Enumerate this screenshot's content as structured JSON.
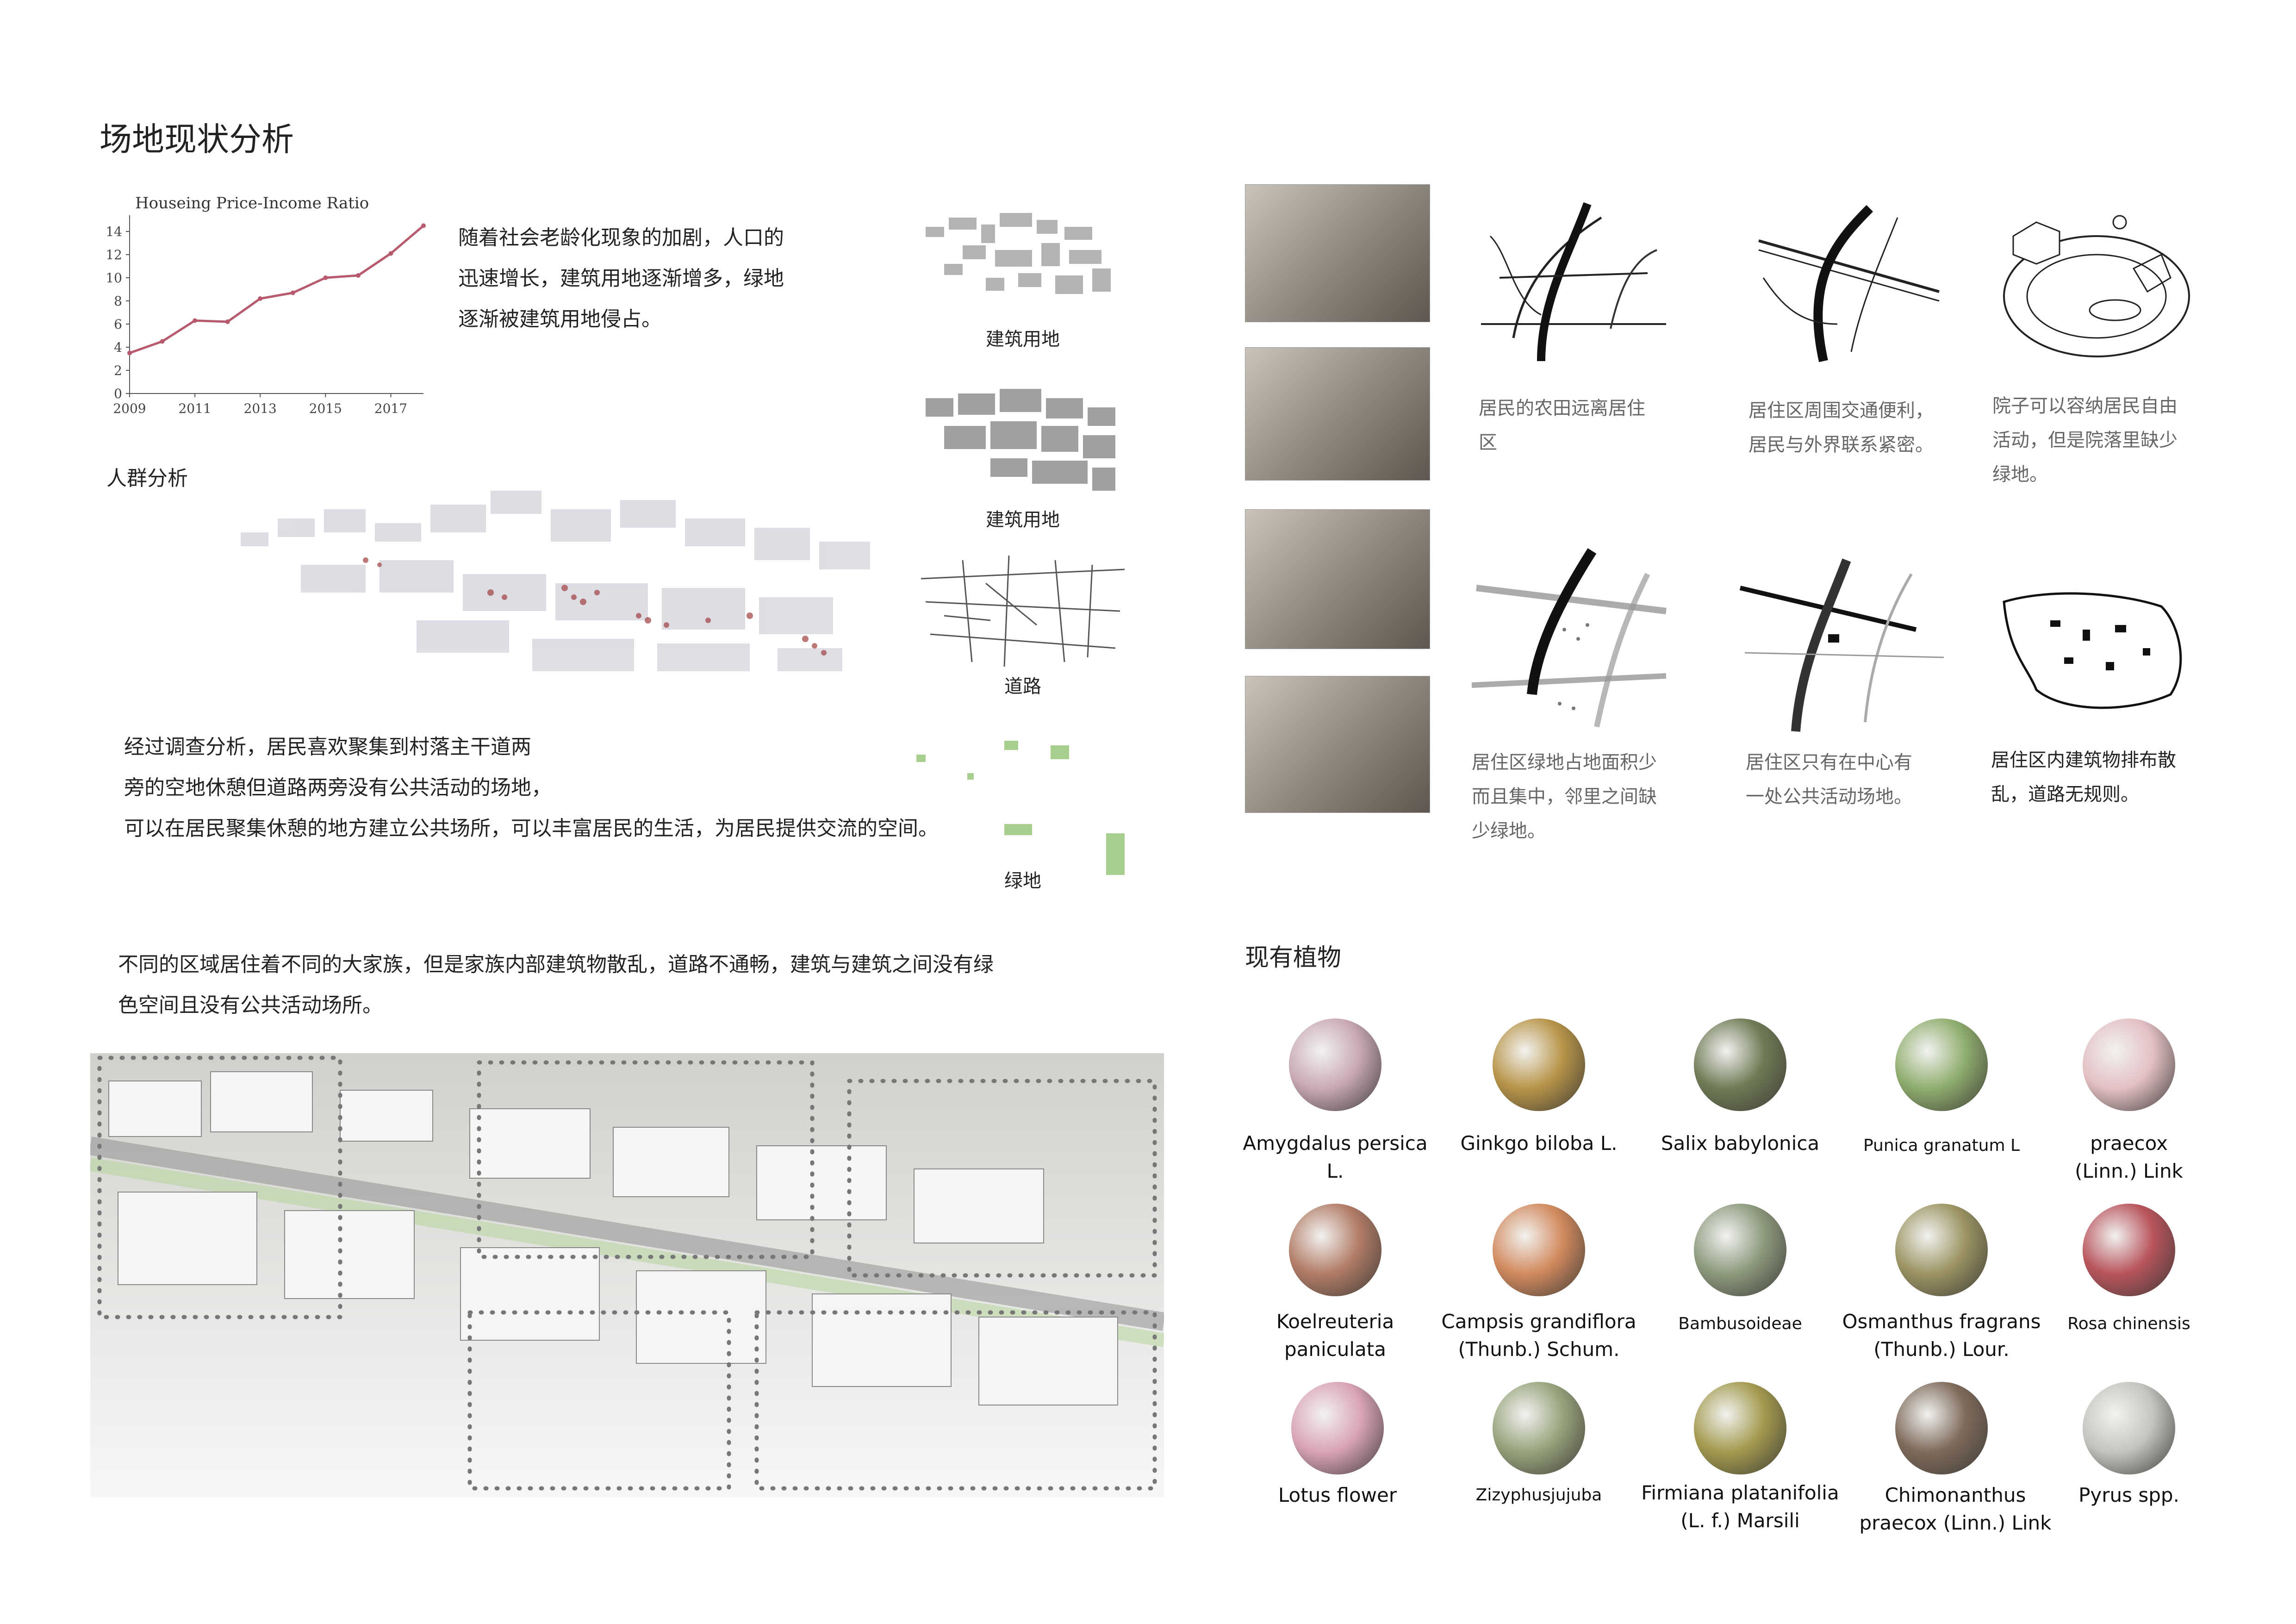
{
  "page_title": "场地现状分析",
  "chart": {
    "title": "Houseing Price-Income Ratio"
  },
  "chart_data": {
    "type": "line",
    "title": "Houseing Price-Income Ratio",
    "x": [
      2009,
      2010,
      2011,
      2012,
      2013,
      2014,
      2015,
      2016,
      2017,
      2018
    ],
    "series": [
      {
        "values": [
          3.5,
          4.5,
          6.3,
          6.2,
          8.2,
          8.7,
          10.0,
          10.2,
          12.1,
          14.5
        ]
      }
    ],
    "x_tick_labels": [
      "2009",
      "2011",
      "2013",
      "2015",
      "2017"
    ],
    "y_ticks": [
      "0",
      "2",
      "4",
      "6",
      "8",
      "10",
      "12",
      "14"
    ],
    "ylim": [
      0,
      15
    ],
    "xlim": [
      2009,
      2018
    ],
    "line_color": "#b85a6e"
  },
  "intro_text": [
    "随着社会老龄化现象的加剧，人口的",
    "迅速增长，建筑用地逐渐增多，绿地",
    "逐渐被建筑用地侵占。"
  ],
  "crowd": {
    "heading": "人群分析",
    "text": [
      "经过调查分析，居民喜欢聚集到村落主干道两",
      "旁的空地休憩但道路两旁没有公共活动的场地，",
      "可以在居民聚集休憩的地方建立公共场所，可以丰富居民的生活，为居民提供交流的空间。"
    ]
  },
  "maps": [
    {
      "label": "建筑用地"
    },
    {
      "label": "建筑用地"
    },
    {
      "label": "道路"
    },
    {
      "label": "绿地"
    }
  ],
  "families_text": [
    "不同的区域居住着不同的大家族，但是家族内部建筑物散乱，道路不通畅，建筑与建筑之间没有绿",
    "色空间且没有公共活动场所。"
  ],
  "diagrams": [
    {
      "caption": [
        "居民的农田远离居住",
        "区"
      ]
    },
    {
      "caption": [
        "居住区周围交通便利，",
        "居民与外界联系紧密。"
      ]
    },
    {
      "caption": [
        "院子可以容纳居民自由",
        "活动，但是院落里缺少",
        "绿地。"
      ]
    },
    {
      "caption": [
        "居住区绿地占地面积少",
        "而且集中，邻里之间缺",
        "少绿地。"
      ]
    },
    {
      "caption": [
        "居住区只有在中心有",
        "一处公共活动场地。"
      ]
    },
    {
      "caption": [
        "居住区内建筑物排布散",
        "乱，道路无规则。"
      ]
    }
  ],
  "plants": {
    "heading": "现有植物",
    "items": [
      {
        "name": [
          "Amygdalus persica L."
        ],
        "color": "#c9a9b4"
      },
      {
        "name": [
          "Ginkgo biloba L."
        ],
        "color": "#b89448"
      },
      {
        "name": [
          "Salix babylonica"
        ],
        "color": "#6f7a55"
      },
      {
        "name": [
          "Punica granatum L"
        ],
        "color": "#8fae6e"
      },
      {
        "name": [
          "praecox",
          "(Linn.) Link"
        ],
        "color": "#e3c0c4"
      },
      {
        "name": [
          "Koelreuteria",
          "paniculata"
        ],
        "color": "#b27c67"
      },
      {
        "name": [
          "Campsis grandiflora",
          "(Thunb.) Schum."
        ],
        "color": "#d28a5e"
      },
      {
        "name": [
          "Bambusoideae"
        ],
        "color": "#8d9a7d"
      },
      {
        "name": [
          "Osmanthus fragrans",
          "(Thunb.) Lour."
        ],
        "color": "#9c9463"
      },
      {
        "name": [
          "Rosa chinensis"
        ],
        "color": "#b8545c"
      },
      {
        "name": [
          "Lotus flower"
        ],
        "color": "#d9a3b6"
      },
      {
        "name": [
          "Zizyphusjujuba"
        ],
        "color": "#98a37c"
      },
      {
        "name": [
          "Firmiana platanifolia",
          "(L. f.) Marsili"
        ],
        "color": "#a39a4e"
      },
      {
        "name": [
          "Chimonanthus",
          "praecox (Linn.) Link"
        ],
        "color": "#7e6a5a"
      },
      {
        "name": [
          "Pyrus spp."
        ],
        "color": "#c4c4c0"
      }
    ]
  }
}
